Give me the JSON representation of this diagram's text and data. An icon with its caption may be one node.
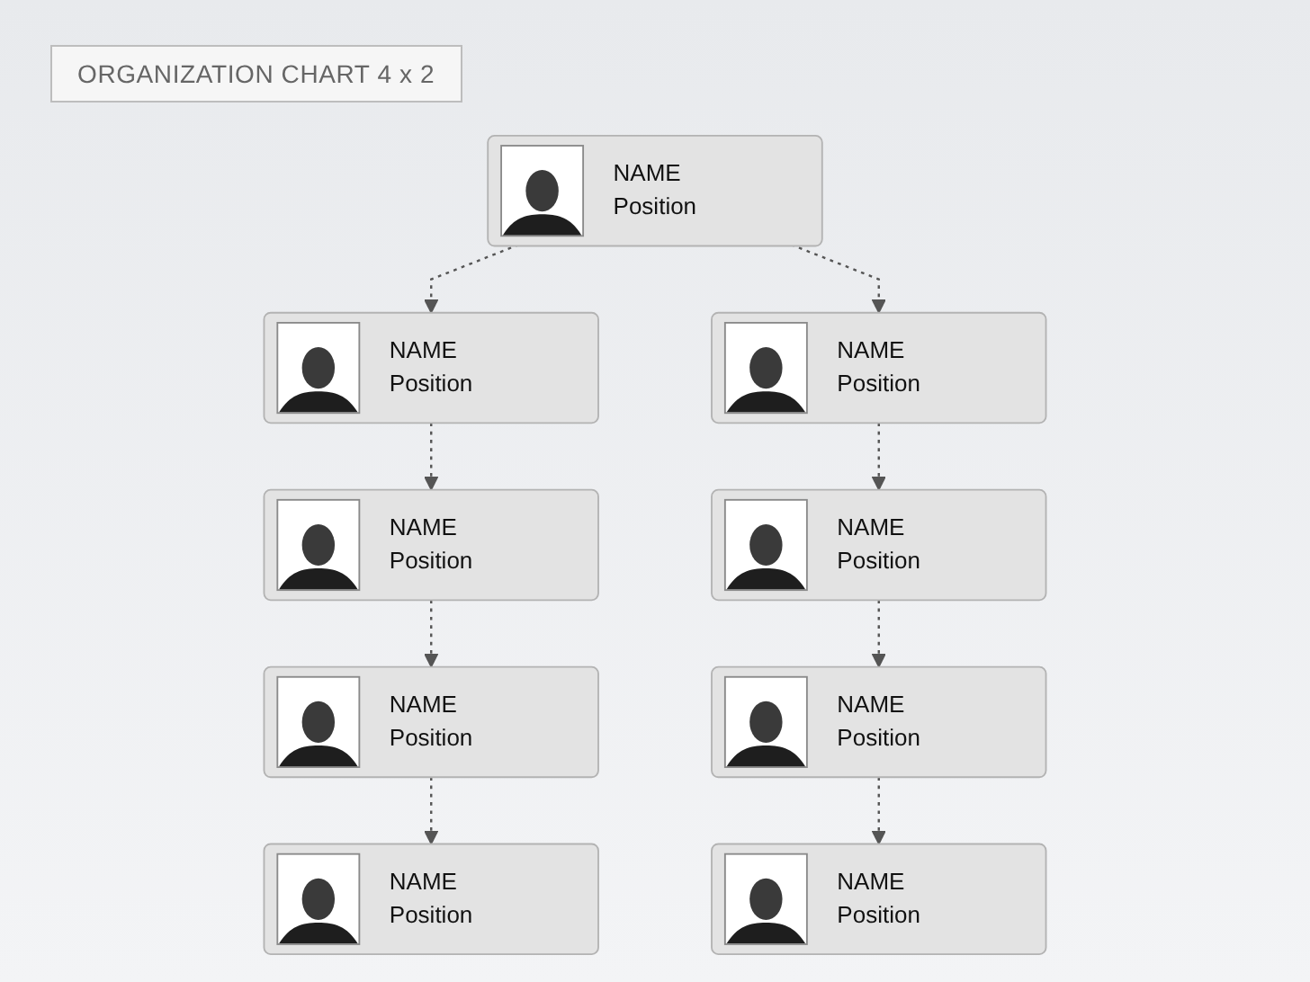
{
  "diagram": {
    "title": "ORGANIZATION CHART 4 x 2",
    "nodes": [
      {
        "text": [
          "NAME",
          "Position"
        ]
      },
      {
        "text": [
          "NAME",
          "Position"
        ]
      },
      {
        "text": [
          "NAME",
          "Position"
        ]
      },
      {
        "text": [
          "NAME",
          "Position"
        ]
      },
      {
        "text": [
          "NAME",
          "Position"
        ]
      },
      {
        "text": [
          "NAME",
          "Position"
        ]
      },
      {
        "text": [
          "NAME",
          "Position"
        ]
      },
      {
        "text": [
          "NAME",
          "Position"
        ]
      },
      {
        "text": [
          "NAME",
          "Position"
        ]
      }
    ],
    "edges": [
      {
        "from": 0,
        "to": 1,
        "arrow": "to",
        "style": "dashed"
      },
      {
        "from": 0,
        "to": 2,
        "arrow": "to",
        "style": "dashed"
      },
      {
        "from": 1,
        "to": 3,
        "arrow": "to",
        "style": "dashed"
      },
      {
        "from": 2,
        "to": 4,
        "arrow": "to",
        "style": "dashed"
      },
      {
        "from": 3,
        "to": 5,
        "arrow": "to",
        "style": "dashed"
      },
      {
        "from": 4,
        "to": 6,
        "arrow": "to",
        "style": "dashed"
      },
      {
        "from": 5,
        "to": 7,
        "arrow": "to",
        "style": "dashed"
      },
      {
        "from": 6,
        "to": 8,
        "arrow": "to",
        "style": "dashed"
      }
    ]
  }
}
